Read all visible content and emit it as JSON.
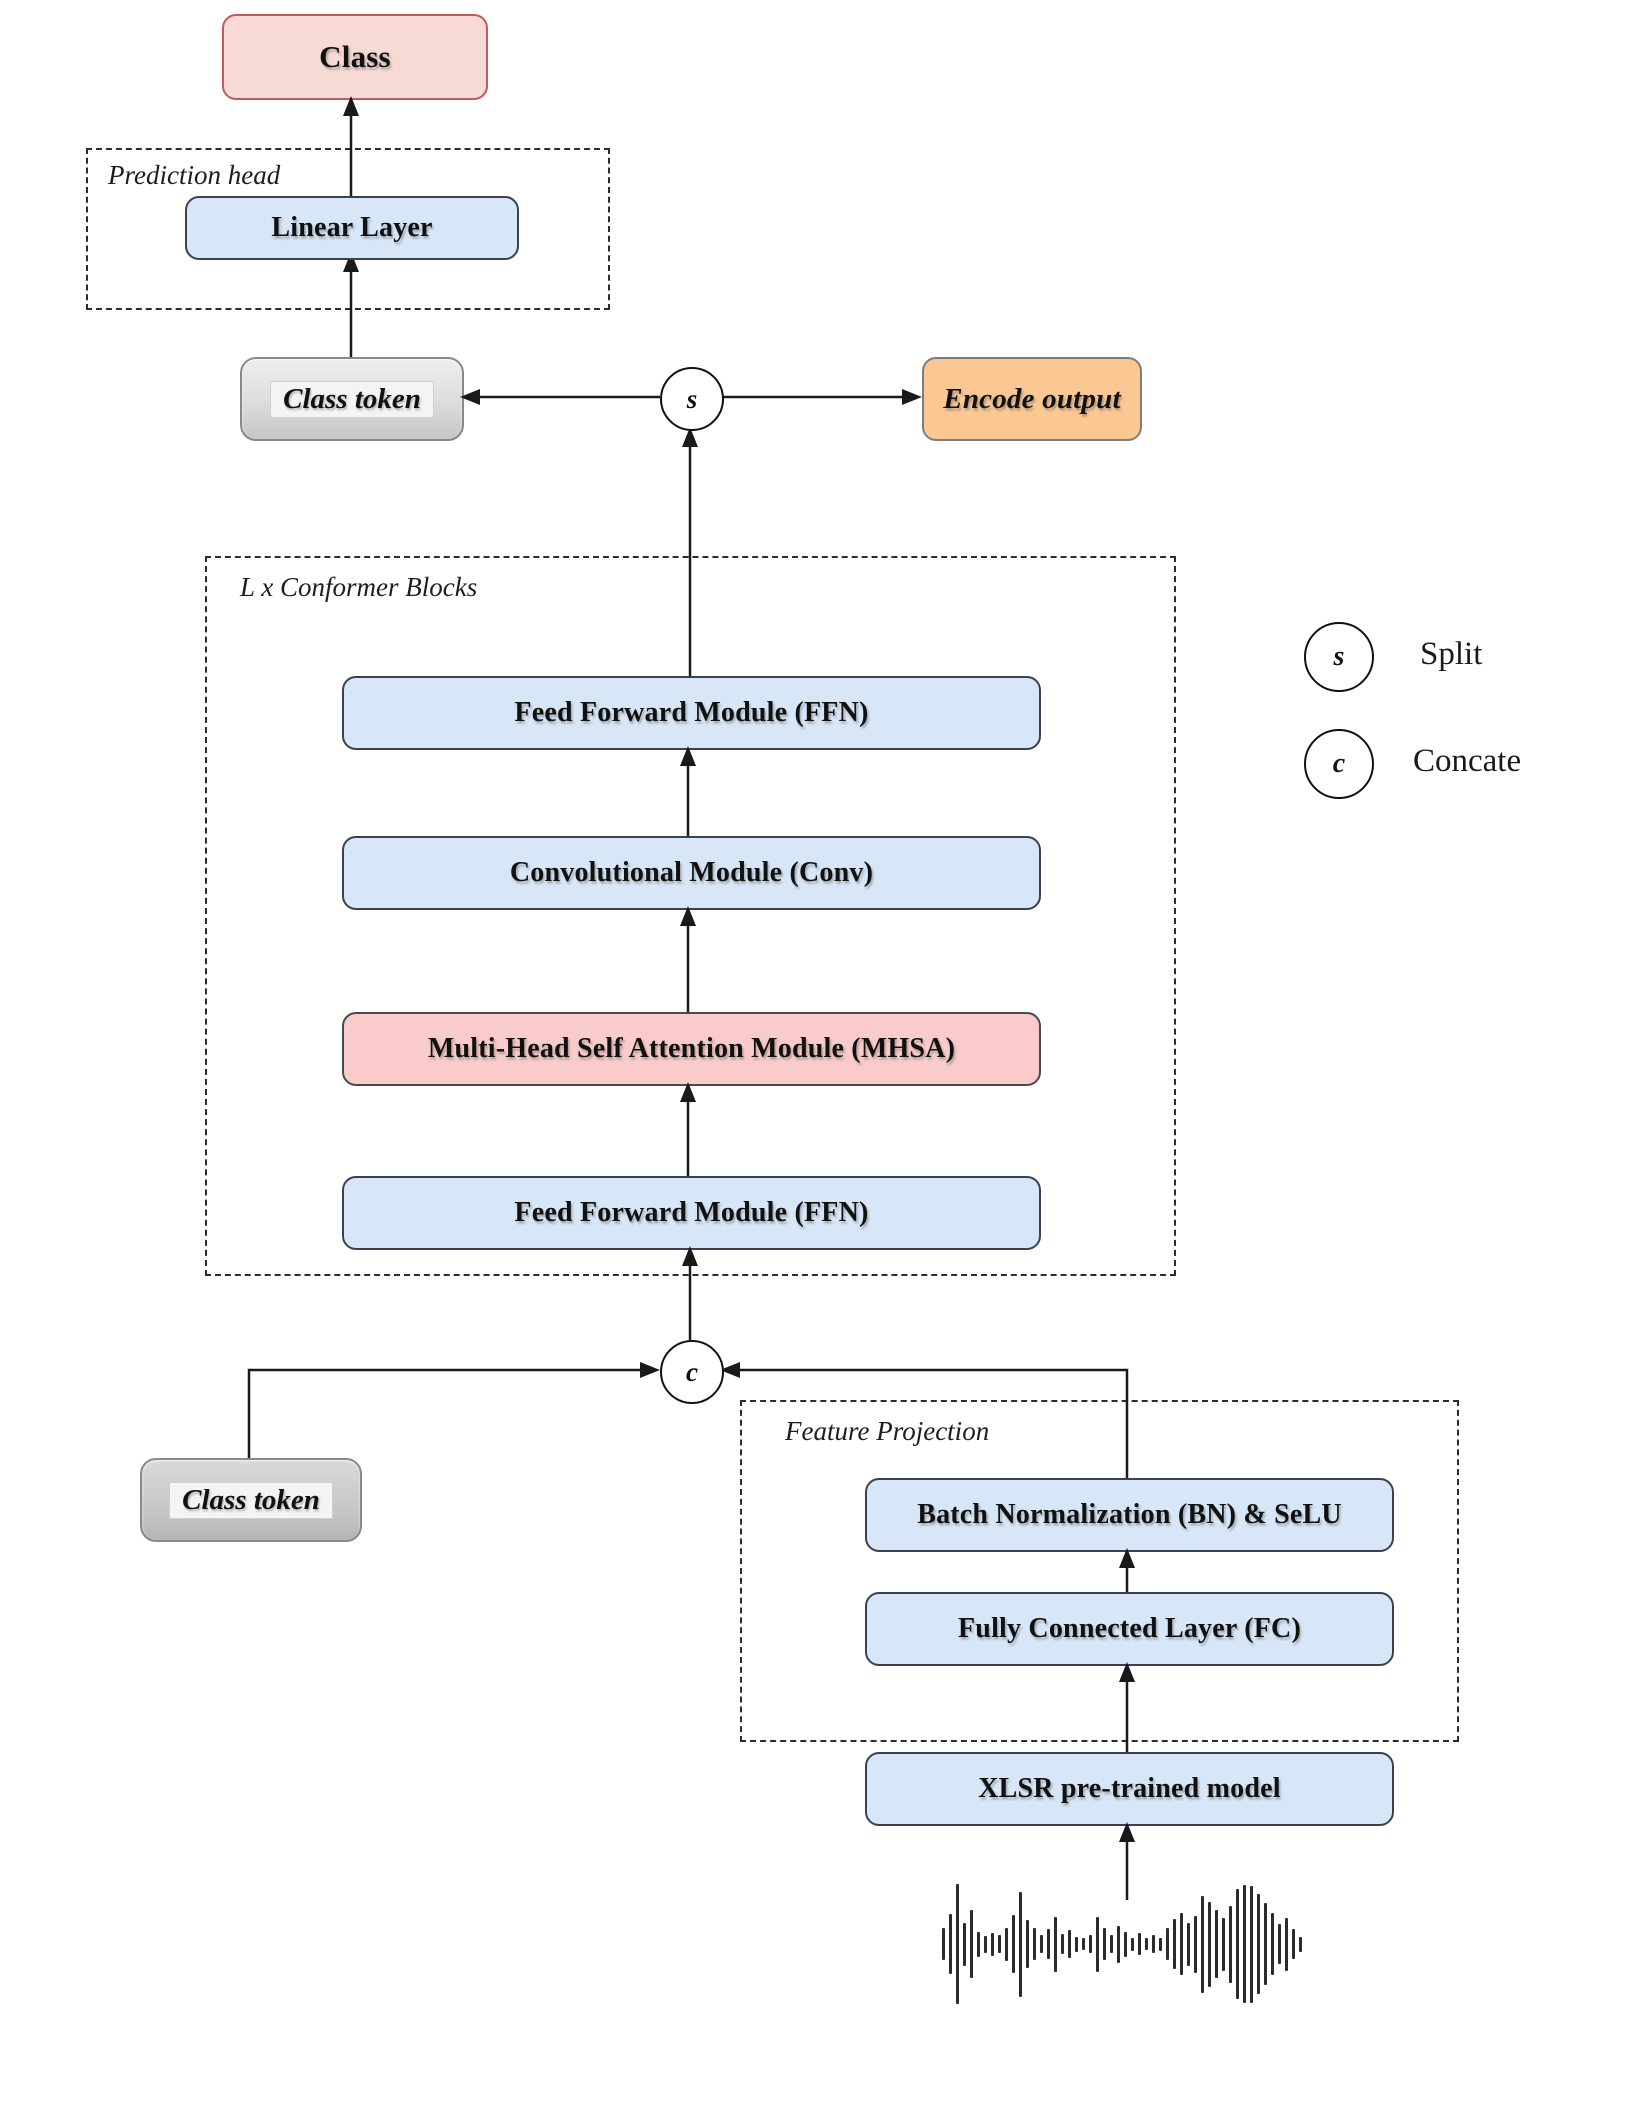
{
  "diagram": {
    "output_class": "Class",
    "prediction_head": {
      "label": "Prediction head",
      "linear_layer": "Linear Layer"
    },
    "class_token_top": "Class token",
    "split_symbol": "s",
    "encode_output": "Encode output",
    "conformer": {
      "label": "L x Conformer Blocks",
      "ffn_top": "Feed Forward Module (FFN)",
      "conv": "Convolutional Module (Conv)",
      "mhsa": "Multi-Head Self Attention Module (MHSA)",
      "ffn_bottom": "Feed Forward Module (FFN)"
    },
    "concat_symbol": "c",
    "class_token_bottom": "Class token",
    "feature_projection": {
      "label": "Feature Projection",
      "bn_selu": "Batch Normalization (BN) & SeLU",
      "fc": "Fully Connected Layer (FC)"
    },
    "xlsr": "XLSR pre-trained model",
    "legend": {
      "split_symbol": "s",
      "split_label": "Split",
      "concat_symbol": "c",
      "concat_label": "Concate"
    }
  },
  "colors": {
    "blue_fill": "#d7e7f8",
    "blue_border": "#3a4150",
    "pink_fill": "#f7d9d6",
    "pink_border": "#bf5c57",
    "mhsa_fill": "#f9cbca",
    "mhsa_border": "#4a4a4a",
    "orange_fill": "#fbc893",
    "orange_border": "#7d7d7d",
    "gray_border": "#898989",
    "line": "#1a1a1a"
  },
  "waveform_bars": [
    32,
    60,
    120,
    43,
    68,
    25,
    17,
    23,
    18,
    33,
    58,
    105,
    48,
    32,
    18,
    30,
    55,
    20,
    28,
    15,
    12,
    18,
    55,
    32,
    18,
    37,
    25,
    13,
    22,
    12,
    18,
    13,
    32,
    50,
    62,
    43,
    57,
    97,
    85,
    68,
    53,
    77,
    110,
    118,
    117,
    100,
    82,
    62,
    40,
    53,
    30,
    15
  ]
}
